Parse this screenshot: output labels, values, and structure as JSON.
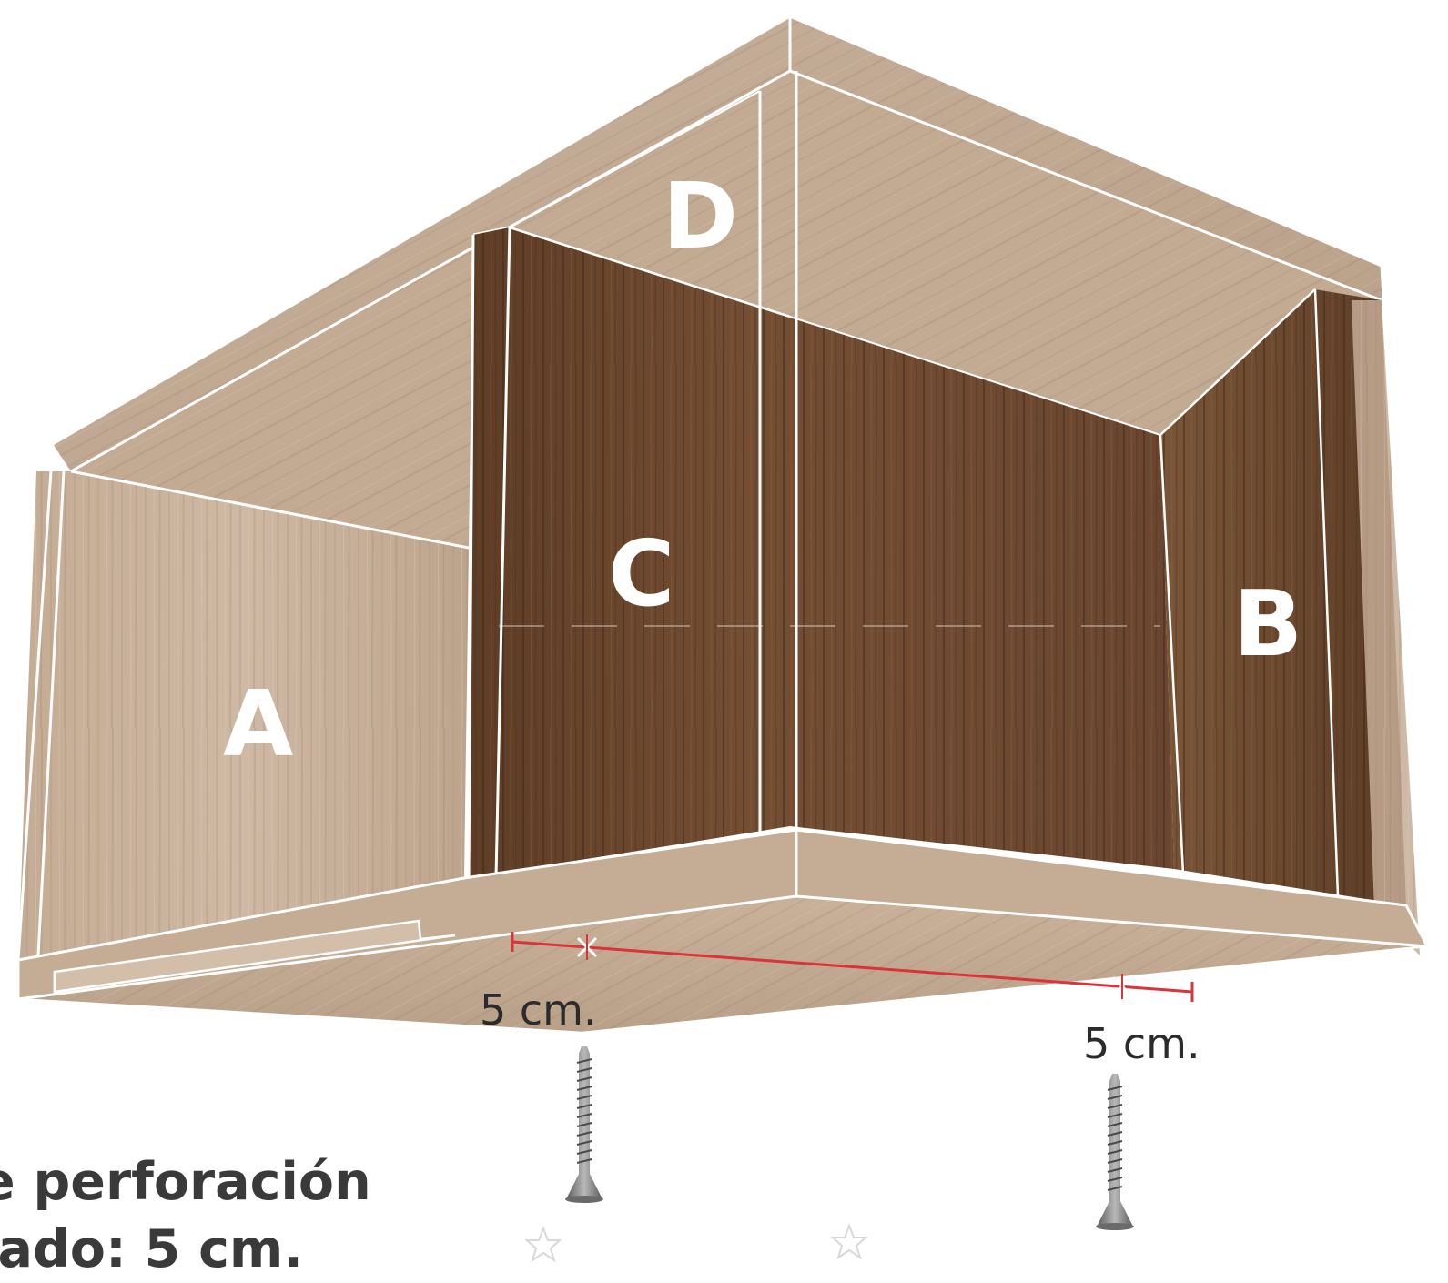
{
  "diagram": {
    "panels": {
      "a": "A",
      "b": "B",
      "c": "C",
      "d": "D"
    },
    "measure_left": "5 cm.",
    "measure_right": "5 cm.",
    "caption_line1": "e perforación",
    "caption_line2": "lado: 5 cm."
  },
  "colors": {
    "wood_light": "#c9b29c",
    "wood_light_dark": "#b49a82",
    "wood_dark": "#6e4a30",
    "wood_dark_deep": "#5a3b24",
    "outline": "#ffffff",
    "measure_line": "#d9343a",
    "text_dark": "#2b2b2b",
    "caption": "#3a3a3a",
    "screw": "#8a8a8a"
  },
  "icons": {
    "screw": "screw-icon",
    "sparkle": "sparkle-icon"
  }
}
